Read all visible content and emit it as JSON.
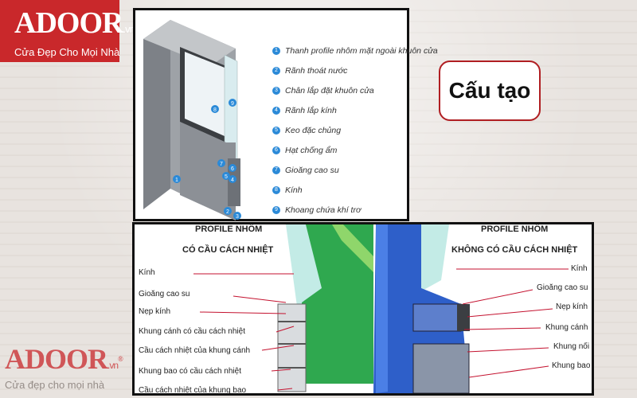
{
  "logo_top": {
    "brand": "ADOOR",
    "brand_suffix": ".vn",
    "registered": "®",
    "tagline": "Cửa Đẹp Cho Mọi Nhà"
  },
  "logo_bottom": {
    "brand": "ADOOR",
    "brand_suffix": ".vn",
    "registered": "®",
    "tagline": "Cửa đẹp cho mọi nhà"
  },
  "title": "Cấu tạo",
  "diagram1": {
    "legend": [
      {
        "num": "1",
        "label": "Thanh profile nhôm mặt ngoài khuôn cửa"
      },
      {
        "num": "2",
        "label": "Rãnh thoát nước"
      },
      {
        "num": "3",
        "label": "Chân lắp đặt khuôn cửa"
      },
      {
        "num": "4",
        "label": "Rãnh lắp kính"
      },
      {
        "num": "5",
        "label": "Keo đặc chủng"
      },
      {
        "num": "6",
        "label": "Hạt chống ẩm"
      },
      {
        "num": "7",
        "label": "Gioăng cao su"
      },
      {
        "num": "8",
        "label": "Kính"
      },
      {
        "num": "9",
        "label": "Khoang chứa khí trơ"
      }
    ],
    "callouts": [
      "1",
      "2",
      "3",
      "4",
      "5",
      "6",
      "7",
      "8",
      "9"
    ]
  },
  "diagram2": {
    "left_heading_1": "PROFILE NHÔM",
    "left_heading_2": "CÓ CẦU CÁCH NHIỆT",
    "right_heading_1": "PROFILE NHÔM",
    "right_heading_2": "KHÔNG CÓ CẦU CÁCH NHIỆT",
    "left_labels": [
      "Kính",
      "Gioăng cao su",
      "Nẹp kính",
      "Khung cánh có cầu cách nhiệt",
      "Cầu cách nhiệt của khung cánh",
      "Khung bao có cầu cách nhiệt",
      "Cầu cách nhiệt của khung bao"
    ],
    "right_labels": [
      "Kính",
      "Gioăng cao su",
      "Nẹp kính",
      "Khung cánh",
      "Khung nối",
      "Khung bao"
    ],
    "colors": {
      "thermal_profile": "#2fa84f",
      "standard_profile": "#2e5fc9",
      "glass": "#b9e6e0"
    }
  }
}
